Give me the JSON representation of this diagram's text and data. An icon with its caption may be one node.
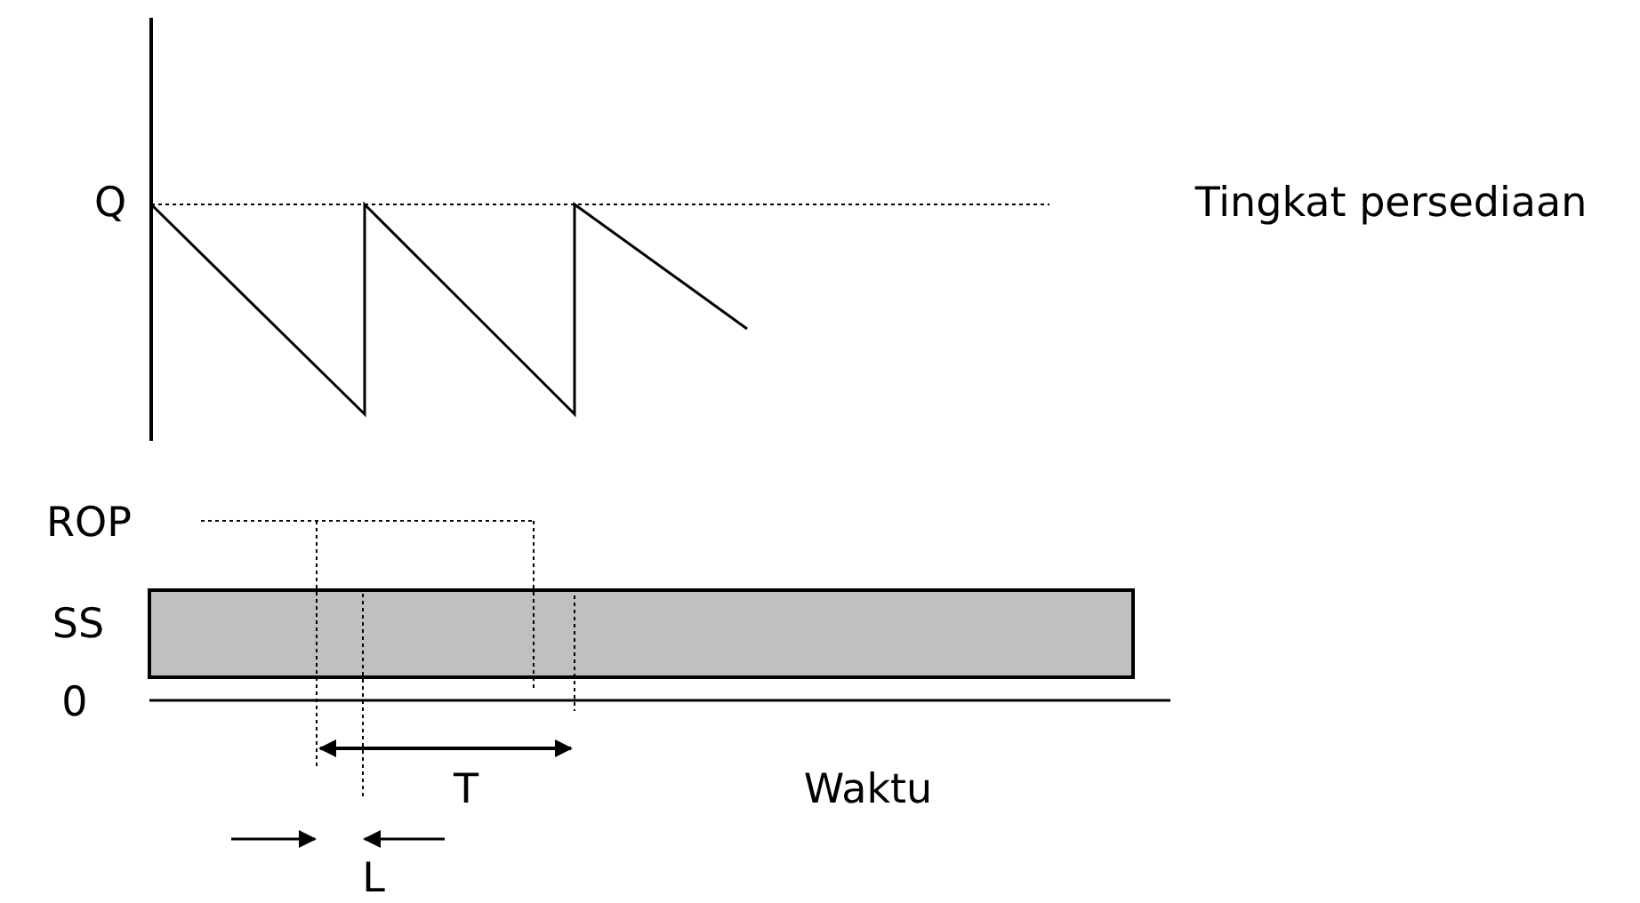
{
  "diagram": {
    "nodes": [
      {
        "text": [],
        "shape": "bar"
      }
    ],
    "labels": [
      "Q",
      "Tingkat persediaan",
      "ROP",
      "SS",
      "0",
      "T",
      "Waktu",
      "L"
    ]
  }
}
